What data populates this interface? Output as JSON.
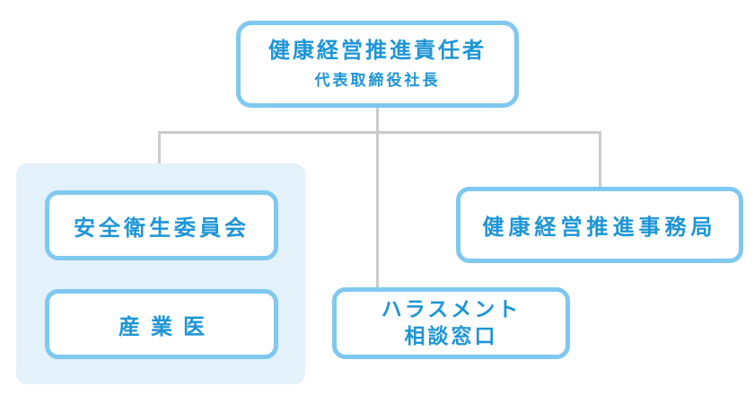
{
  "org_chart": {
    "root": {
      "title": "健康経営推進責任者",
      "subtitle": "代表取締役社長"
    },
    "left_group": {
      "items": [
        {
          "label": "安全衛生委員会"
        },
        {
          "label": "産業医"
        }
      ]
    },
    "middle_node": {
      "line1": "ハラスメント",
      "line2": "相談窓口"
    },
    "right_node": {
      "label": "健康経営推進事務局"
    }
  },
  "colors": {
    "box_border": "#7FC8F0",
    "box_text": "#1E95D6",
    "box_bg": "#FFFFFF",
    "group_panel_bg": "#E3F1FB",
    "connector": "#CBCBCB",
    "page_bg": "#FFFFFF"
  }
}
